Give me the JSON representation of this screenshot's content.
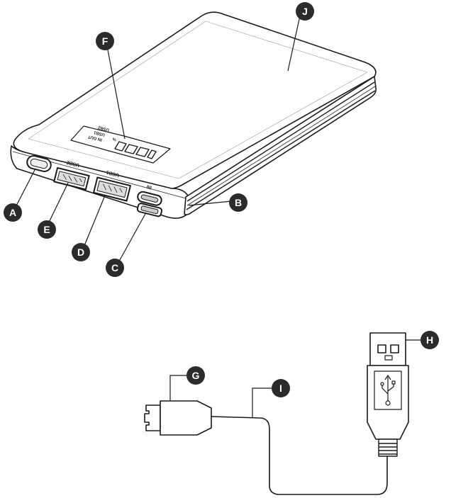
{
  "callouts": {
    "A": "A",
    "B": "B",
    "C": "C",
    "D": "D",
    "E": "E",
    "F": "F",
    "G": "G",
    "H": "H",
    "I": "I",
    "J": "J"
  },
  "device_labels": {
    "usb2": "USB2",
    "usb1": "USB1",
    "in": "IN",
    "display_in_out": "IN OUT",
    "display_usb1": "USB1",
    "display_usb2": "USB2",
    "display_percent": "%"
  },
  "colors": {
    "callout_fill": "#2b2b2b",
    "line": "#1a1a1a"
  }
}
